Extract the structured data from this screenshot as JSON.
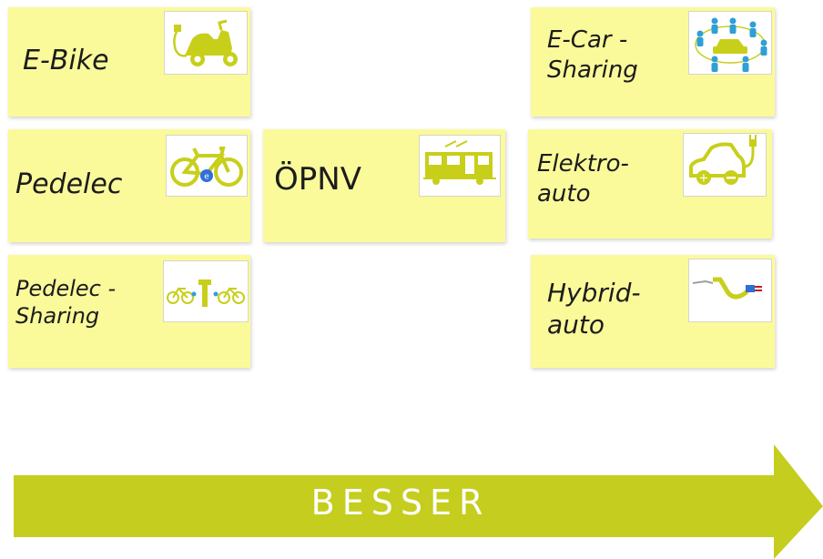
{
  "notes": {
    "ebike": {
      "label": "E-Bike",
      "icon": "electric-scooter-icon"
    },
    "pedelec": {
      "label": "Pedelec",
      "icon": "e-bicycle-icon"
    },
    "pedelec_sharing": {
      "label": "Pedelec -\nSharing",
      "icon": "bike-sharing-station-icon"
    },
    "opnv": {
      "label": "ÖPNV",
      "icon": "tram-icon"
    },
    "ecar_sharing": {
      "label": "E-Car -\nSharing",
      "icon": "car-sharing-people-icon"
    },
    "elektroauto": {
      "label": "Elektro-\nauto",
      "icon": "electric-car-plug-icon"
    },
    "hybridauto": {
      "label": "Hybrid-\nauto",
      "icon": "fuel-and-plug-icon"
    }
  },
  "arrow": {
    "label": "BESSER"
  },
  "colors": {
    "note": "#fbfa9a",
    "icon": "#c8cf1a",
    "arrow": "#c5cd1e",
    "people": "#2f9fd8"
  }
}
